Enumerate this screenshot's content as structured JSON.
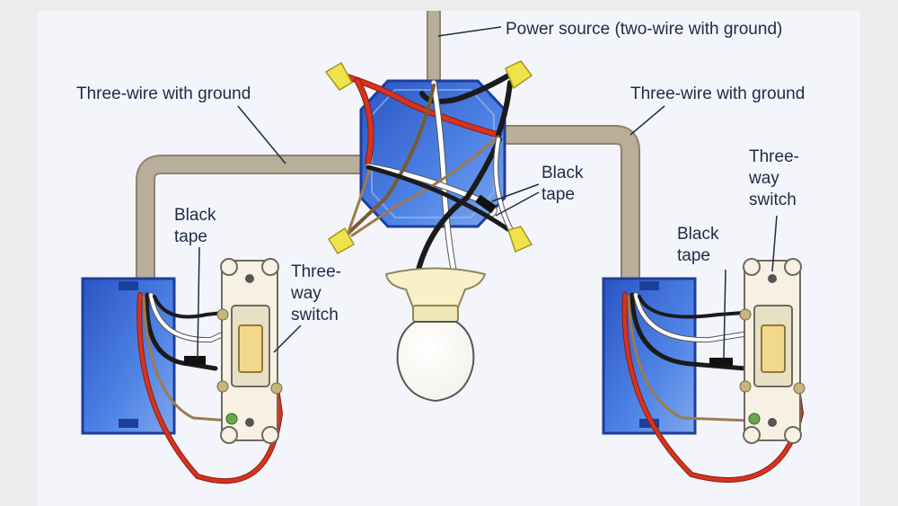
{
  "labels": {
    "power_source": "Power source (two-wire with ground)",
    "cable_left": "Three-wire with ground",
    "cable_right": "Three-wire with ground",
    "tape_center_line1": "Black",
    "tape_center_line2": "tape",
    "tape_left_line1": "Black",
    "tape_left_line2": "tape",
    "tape_right_line1": "Black",
    "tape_right_line2": "tape",
    "switch_left_line1": "Three-",
    "switch_left_line2": "way",
    "switch_left_line3": "switch",
    "switch_right_line1": "Three-",
    "switch_right_line2": "way",
    "switch_right_line3": "switch"
  },
  "colors": {
    "page_background": "#ececec",
    "diagram_background": "#f3f5fb",
    "junction_box": "#3d6fd6",
    "switch_box": "#3d6fd6",
    "box_outline": "#1d3f9a",
    "cable_sheath": "#b5a995",
    "hot_red": "#d8331e",
    "black_wire": "#1b1b1b",
    "white_wire": "#ffffff",
    "ground_bare": "#a07a4a",
    "wire_nut": "#f0e24a",
    "label_text": "#1f2a44"
  }
}
